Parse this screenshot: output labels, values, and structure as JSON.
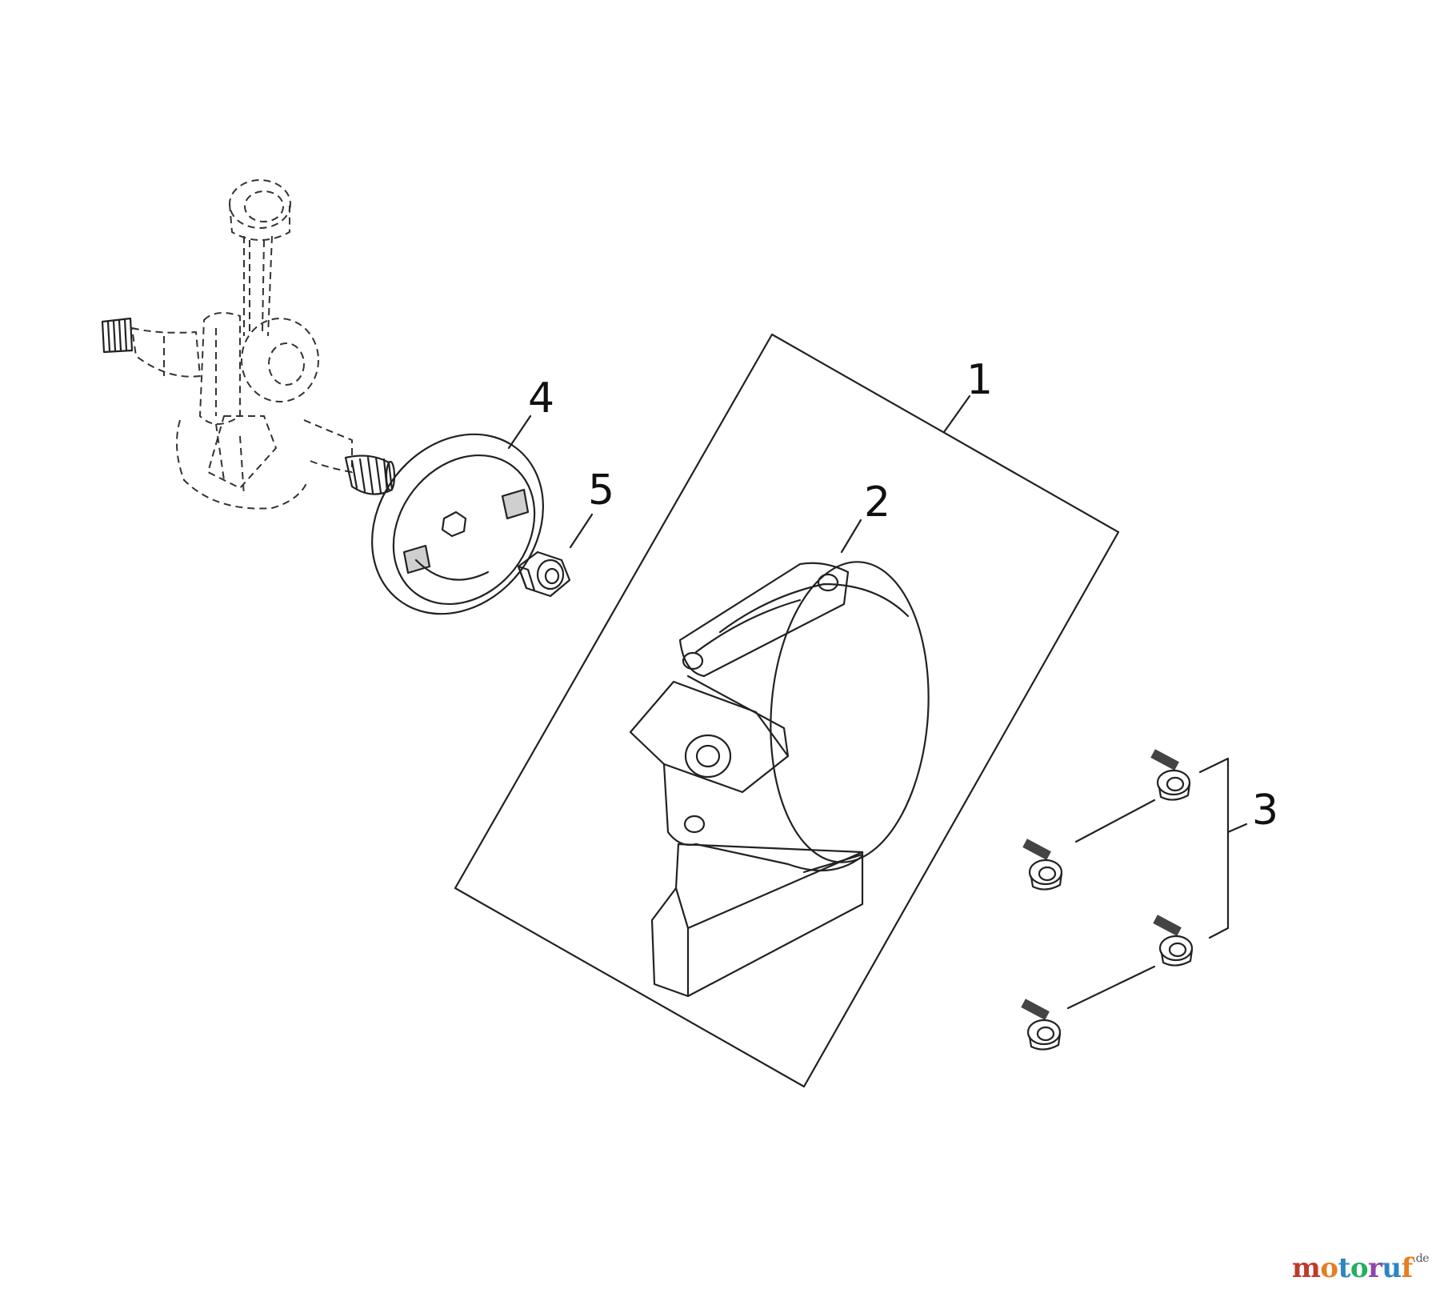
{
  "callouts": {
    "item1": "1",
    "item2": "2",
    "item3": "3",
    "item4": "4",
    "item5": "5"
  },
  "watermark": {
    "parts": [
      "m",
      "o",
      "t",
      "o",
      "r",
      "u",
      "f"
    ],
    "suffix": ".de",
    "colors": [
      "#c0392b",
      "#e67e22",
      "#2e86c1",
      "#27ae60",
      "#8e44ad",
      "#2e86c1",
      "#e67e22"
    ]
  }
}
